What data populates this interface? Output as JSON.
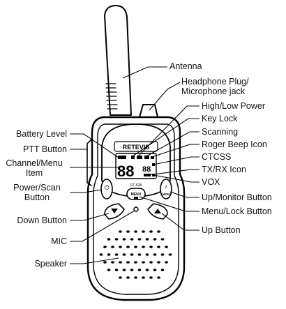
{
  "labels": {
    "antenna": "Antenna",
    "headphone_plug": "Headphone Plug/\nMicrophone jack",
    "high_low_power": "High/Low Power",
    "key_lock": "Key Lock",
    "scanning": "Scanning",
    "roger_beep": "Roger Beep Icon",
    "ctcss": "CTCSS",
    "tx_rx": "TX/RX Icon",
    "vox": "VOX",
    "up_monitor": "Up/Monitor Button",
    "menu_lock": "Menu/Lock Button",
    "up_button": "Up Button",
    "battery_level": "Battery Level",
    "ptt_button": "PTT Button",
    "channel_menu": "Channel/Menu\nItem",
    "power_scan": "Power/Scan\nButton",
    "down_button": "Down Button",
    "mic": "MIC",
    "speaker": "Speaker"
  },
  "device": {
    "brand": "RETEVIS",
    "model": "RT-628",
    "menu_key": "MENU",
    "mon_key": "MON",
    "lcd_digits": "88",
    "lcd_sub_digits": "88"
  }
}
